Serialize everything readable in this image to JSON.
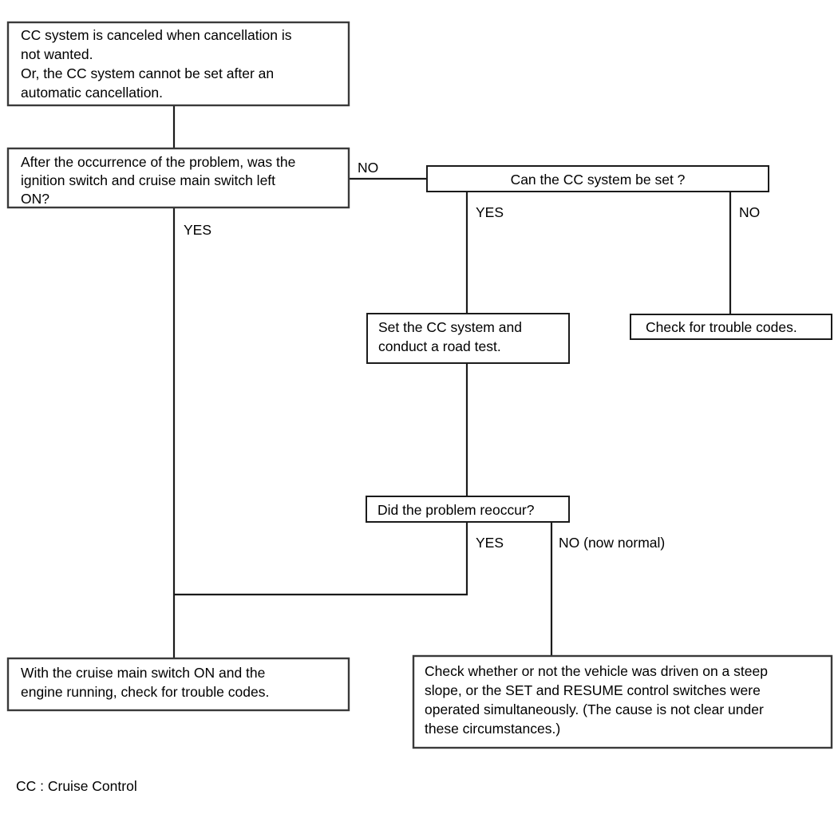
{
  "diagram": {
    "title_footnote": "CC : Cruise Control",
    "colors": {
      "background": "#ffffff",
      "box_stroke": "#3a3a3a",
      "line_stroke": "#1b1b1b",
      "text": "#000000"
    },
    "nodes": {
      "problem_statement": {
        "lines": [
          "CC system is canceled when cancellation is",
          "not wanted.",
          "Or, the CC system cannot be set after an",
          "automatic cancellation."
        ]
      },
      "question_switch_left_on": {
        "lines": [
          "After the occurrence of the problem, was the",
          "ignition switch and cruise main switch left",
          "ON?"
        ]
      },
      "question_can_set": {
        "lines": [
          "Can the CC system be set ?"
        ]
      },
      "action_set_and_road_test": {
        "lines": [
          "Set the CC system and",
          "conduct a road test."
        ]
      },
      "action_check_trouble_codes": {
        "lines": [
          "Check for trouble codes."
        ]
      },
      "question_problem_reoccur": {
        "lines": [
          "Did the problem reoccur?"
        ]
      },
      "action_cruise_on_check_codes": {
        "lines": [
          "With the cruise main switch ON and the",
          "engine running, check for trouble codes."
        ]
      },
      "action_check_steep_slope": {
        "lines": [
          "Check whether or not the vehicle was driven on a steep",
          "slope, or the SET and RESUME control switches were",
          "operated simultaneously. (The cause is not clear under",
          "these circumstances.)"
        ]
      }
    },
    "edge_labels": {
      "switch_left_on_no": "NO",
      "switch_left_on_yes": "YES",
      "can_set_yes": "YES",
      "can_set_no": "NO",
      "reoccur_yes": "YES",
      "reoccur_no": "NO (now normal)"
    }
  }
}
